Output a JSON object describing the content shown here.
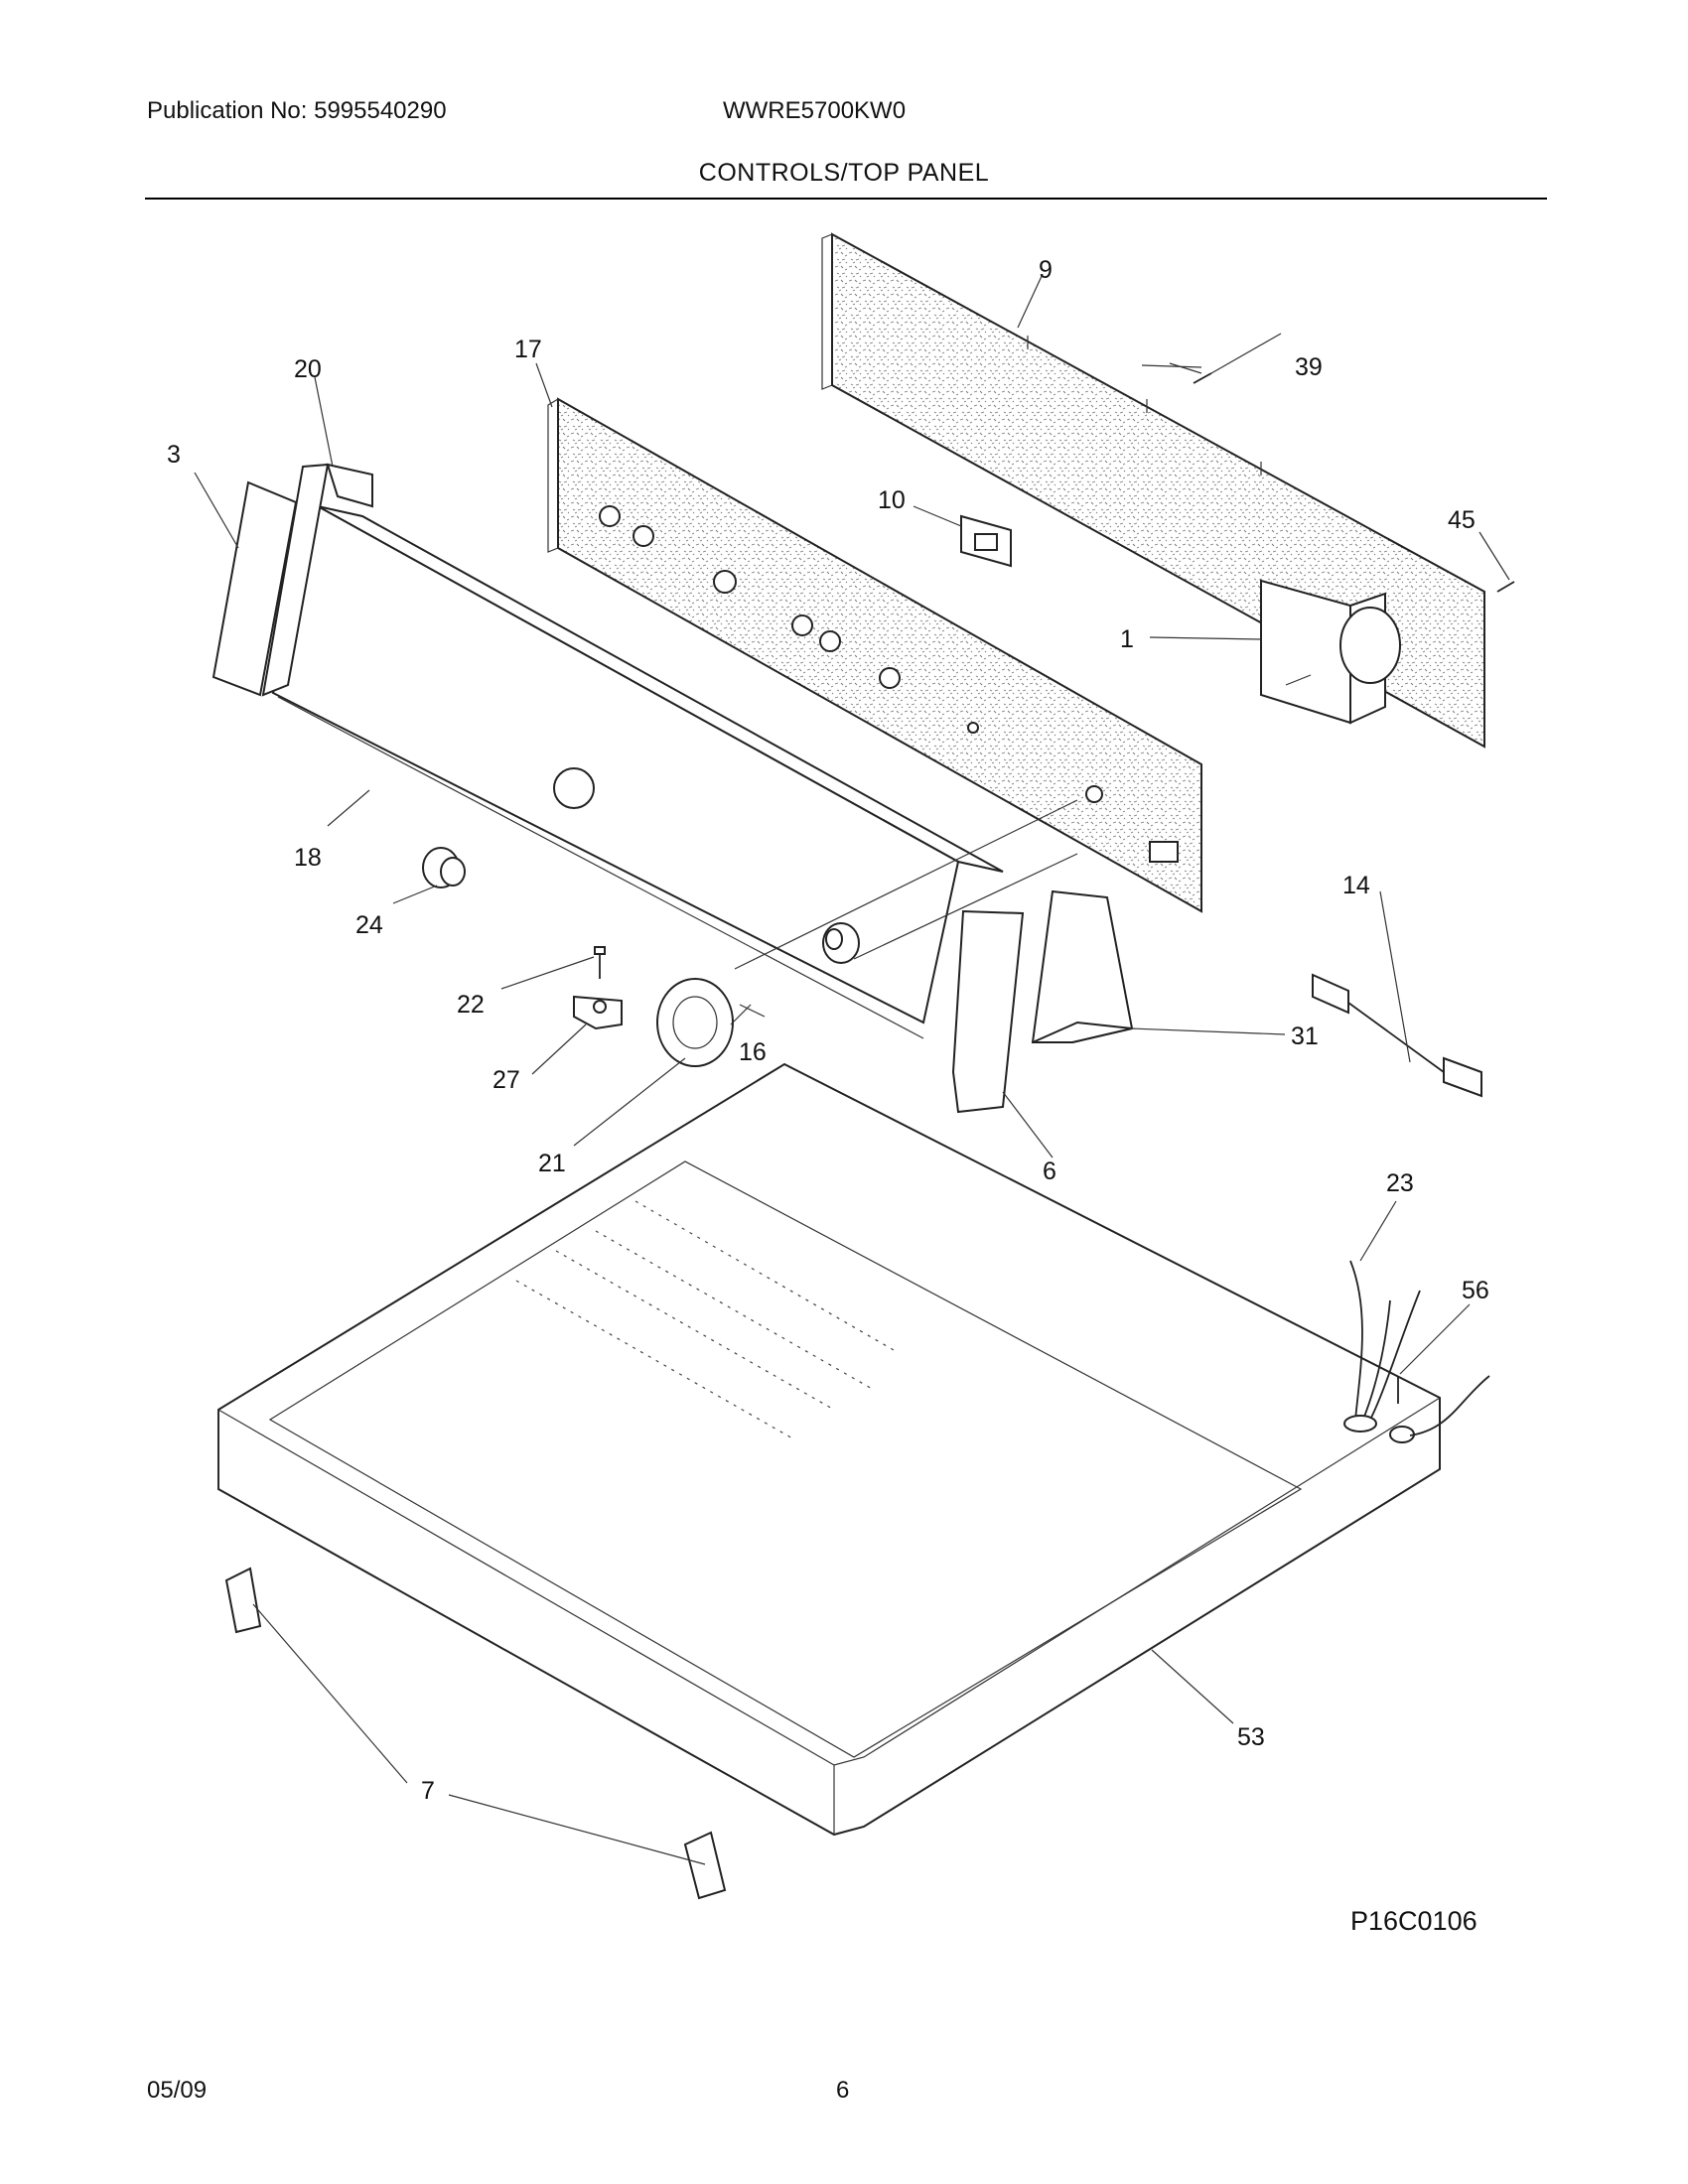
{
  "header": {
    "publication": "Publication No: 5995540290",
    "model": "WWRE5700KW0",
    "section_title": "CONTROLS/TOP PANEL"
  },
  "diagram": {
    "callouts": {
      "c1": "1",
      "c3": "3",
      "c6": "6",
      "c7": "7",
      "c9": "9",
      "c10": "10",
      "c14": "14",
      "c16": "16",
      "c17": "17",
      "c18": "18",
      "c20": "20",
      "c21": "21",
      "c22": "22",
      "c23": "23",
      "c24": "24",
      "c27": "27",
      "c31": "31",
      "c39": "39",
      "c45": "45",
      "c53": "53",
      "c56": "56"
    },
    "figure_code": "P16C0106"
  },
  "footer": {
    "date": "05/09",
    "page_number": "6"
  }
}
